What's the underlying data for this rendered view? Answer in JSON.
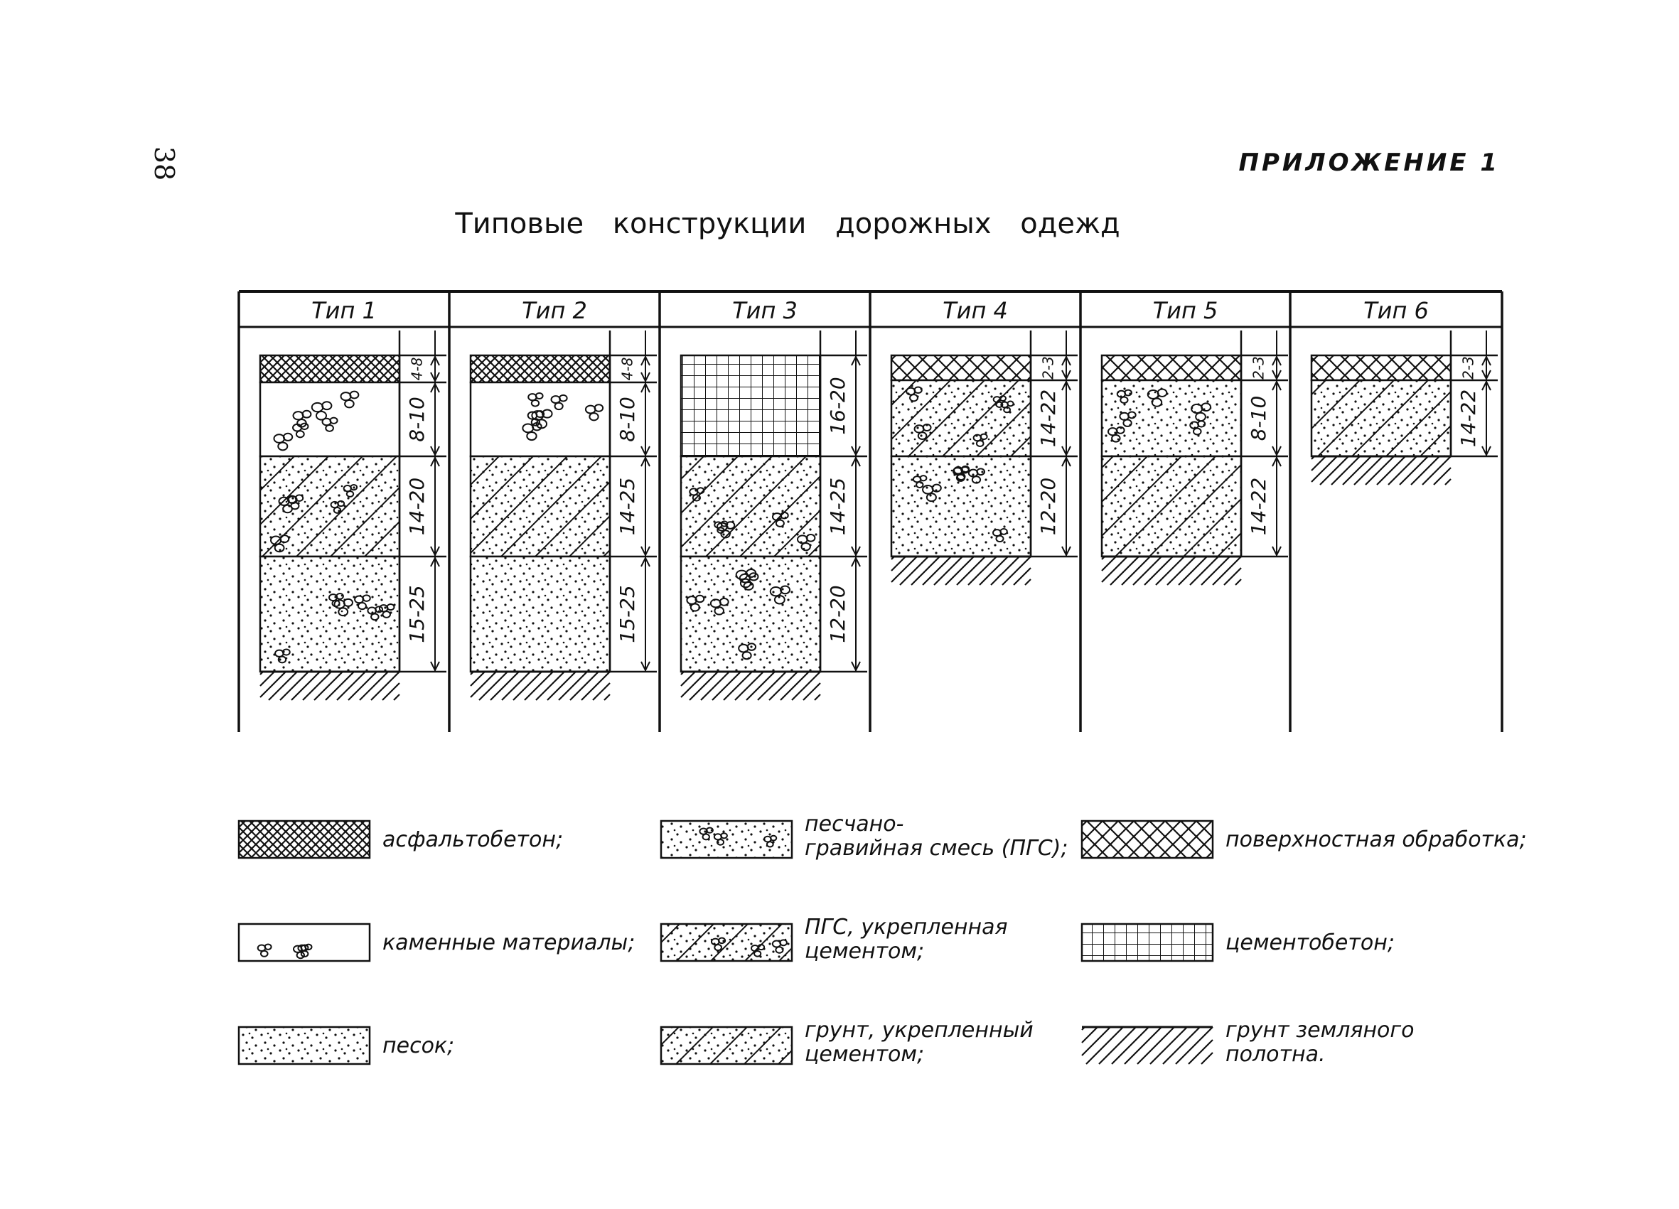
{
  "page": {
    "page_number": "38",
    "appendix": "ПРИЛОЖЕНИЕ 1",
    "title": "Типовые конструкции дорожных одежд"
  },
  "materials": {
    "asphalt": "асфальтобетон;",
    "stone": "каменные материалы;",
    "sand": "песок;",
    "pgs": "песчано-гравийная смесь (ПГС);",
    "pgs_cement": "ПГС, укрепленная цементом;",
    "soil_cement": "грунт, укрепленный цементом;",
    "surface": "поверхностная обработка;",
    "cement_concrete": "цементобетон;",
    "subgrade": "грунт земляного полотна."
  },
  "types": [
    {
      "label": "Тип 1",
      "layers": [
        {
          "material": "asphalt",
          "thickness": "4-8"
        },
        {
          "material": "stone",
          "thickness": "8-10"
        },
        {
          "material": "pgs_cement",
          "thickness": "14-20"
        },
        {
          "material": "pgs",
          "thickness": "15-25"
        }
      ]
    },
    {
      "label": "Тип 2",
      "layers": [
        {
          "material": "asphalt",
          "thickness": "4-8"
        },
        {
          "material": "stone",
          "thickness": "8-10"
        },
        {
          "material": "soil_cement",
          "thickness": "14-25"
        },
        {
          "material": "sand",
          "thickness": "15-25"
        }
      ]
    },
    {
      "label": "Тип 3",
      "layers": [
        {
          "material": "cement_concrete",
          "thickness": "16-20"
        },
        {
          "material": "pgs_cement",
          "thickness": "14-25"
        },
        {
          "material": "pgs",
          "thickness": "12-20"
        }
      ]
    },
    {
      "label": "Тип 4",
      "layers": [
        {
          "material": "surface",
          "thickness": "2-3"
        },
        {
          "material": "pgs_cement",
          "thickness": "14-22"
        },
        {
          "material": "pgs",
          "thickness": "12-20"
        }
      ]
    },
    {
      "label": "Тип 5",
      "layers": [
        {
          "material": "surface",
          "thickness": "2-3"
        },
        {
          "material": "pgs",
          "thickness": "8-10"
        },
        {
          "material": "soil_cement",
          "thickness": "14-22"
        }
      ]
    },
    {
      "label": "Тип 6",
      "layers": [
        {
          "material": "surface",
          "thickness": "2-3"
        },
        {
          "material": "soil_cement",
          "thickness": "14-22"
        }
      ]
    }
  ],
  "legend": [
    {
      "material": "asphalt",
      "lines": [
        "асфальтобетон;"
      ]
    },
    {
      "material": "pgs",
      "lines": [
        "песчано-",
        "гравийная смесь (ПГС);"
      ]
    },
    {
      "material": "surface",
      "lines": [
        "поверхностная обработка;"
      ]
    },
    {
      "material": "stone",
      "lines": [
        "каменные материалы;"
      ]
    },
    {
      "material": "pgs_cement",
      "lines": [
        "ПГС, укрепленная",
        "цементом;"
      ]
    },
    {
      "material": "cement_concrete",
      "lines": [
        "цементобетон;"
      ]
    },
    {
      "material": "sand",
      "lines": [
        "песок;"
      ]
    },
    {
      "material": "soil_cement",
      "lines": [
        "грунт, укрепленный",
        "цементом;"
      ]
    },
    {
      "material": "subgrade",
      "lines": [
        "грунт земляного",
        "полотна."
      ]
    }
  ],
  "colors": {
    "ink": "#111111",
    "paper": "#ffffff"
  }
}
